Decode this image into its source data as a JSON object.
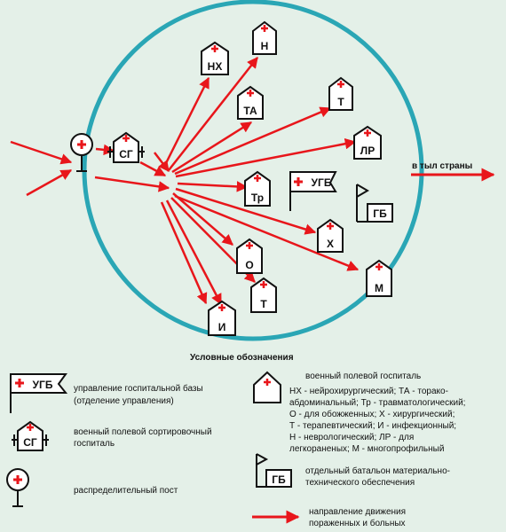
{
  "colors": {
    "background": "#e4f0e8",
    "circle": "#2aa6b5",
    "arrow": "#e8161b",
    "cross": "#e8161b",
    "ink": "#111111"
  },
  "diagram": {
    "hospitals": {
      "nh": "НХ",
      "n": "Н",
      "ta": "ТА",
      "t_top": "Т",
      "lr": "ЛР",
      "tr": "Тр",
      "h": "Х",
      "o": "О",
      "m": "М",
      "t_bottom": "Т",
      "i": "И"
    },
    "sorting_hospital": "СГ",
    "ugb": "УГБ",
    "gb": "ГБ",
    "rear_label": "в тыл страны"
  },
  "legend": {
    "title": "Условные обозначения",
    "ugb_code": "УГБ",
    "ugb_text_1": "управление госпитальной базы",
    "ugb_text_2": "(отделение управления)",
    "sg_code": "СГ",
    "sg_text_1": "военный полевой сортировочный",
    "sg_text_2": "госпиталь",
    "post_text": "распределительный пост",
    "vpg_text_1": "военный полевой госпиталь",
    "vpg_text_2": "НХ - нейрохирургический; ТА - торако-",
    "vpg_text_3": "абдоминальный; Тр - травматологический;",
    "vpg_text_4": "О - для обожженных; Х - хирургический;",
    "vpg_text_5": "Т - терапевтический; И - инфекционный;",
    "vpg_text_6": "Н - неврологический; ЛР - для",
    "vpg_text_7": "легкораненых; М - многопрофильный",
    "gb_code": "ГБ",
    "gb_text_1": "отдельный батальон материально-",
    "gb_text_2": "технического обеспечения",
    "arrow_text_1": "направление движения",
    "arrow_text_2": "пораженных и больных"
  }
}
